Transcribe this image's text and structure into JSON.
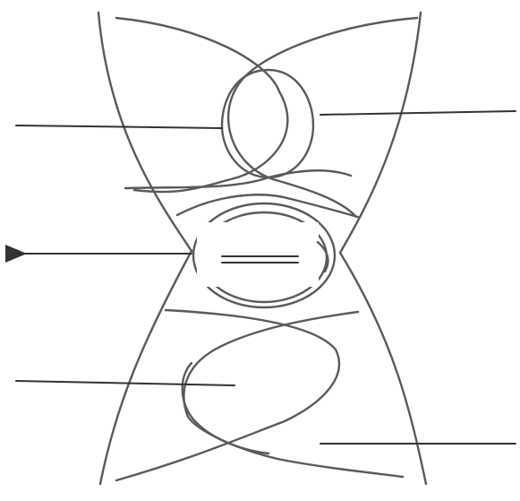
{
  "diagram": {
    "description_visible_text": [],
    "colors": {
      "background": "#ffffff",
      "outline": "#5a5a5a",
      "leader_line": "#333333"
    },
    "label_blanks": [
      {
        "id": "upper-left"
      },
      {
        "id": "upper-right"
      },
      {
        "id": "middle-left-arrow"
      },
      {
        "id": "lower-left"
      },
      {
        "id": "lower-right"
      }
    ]
  }
}
